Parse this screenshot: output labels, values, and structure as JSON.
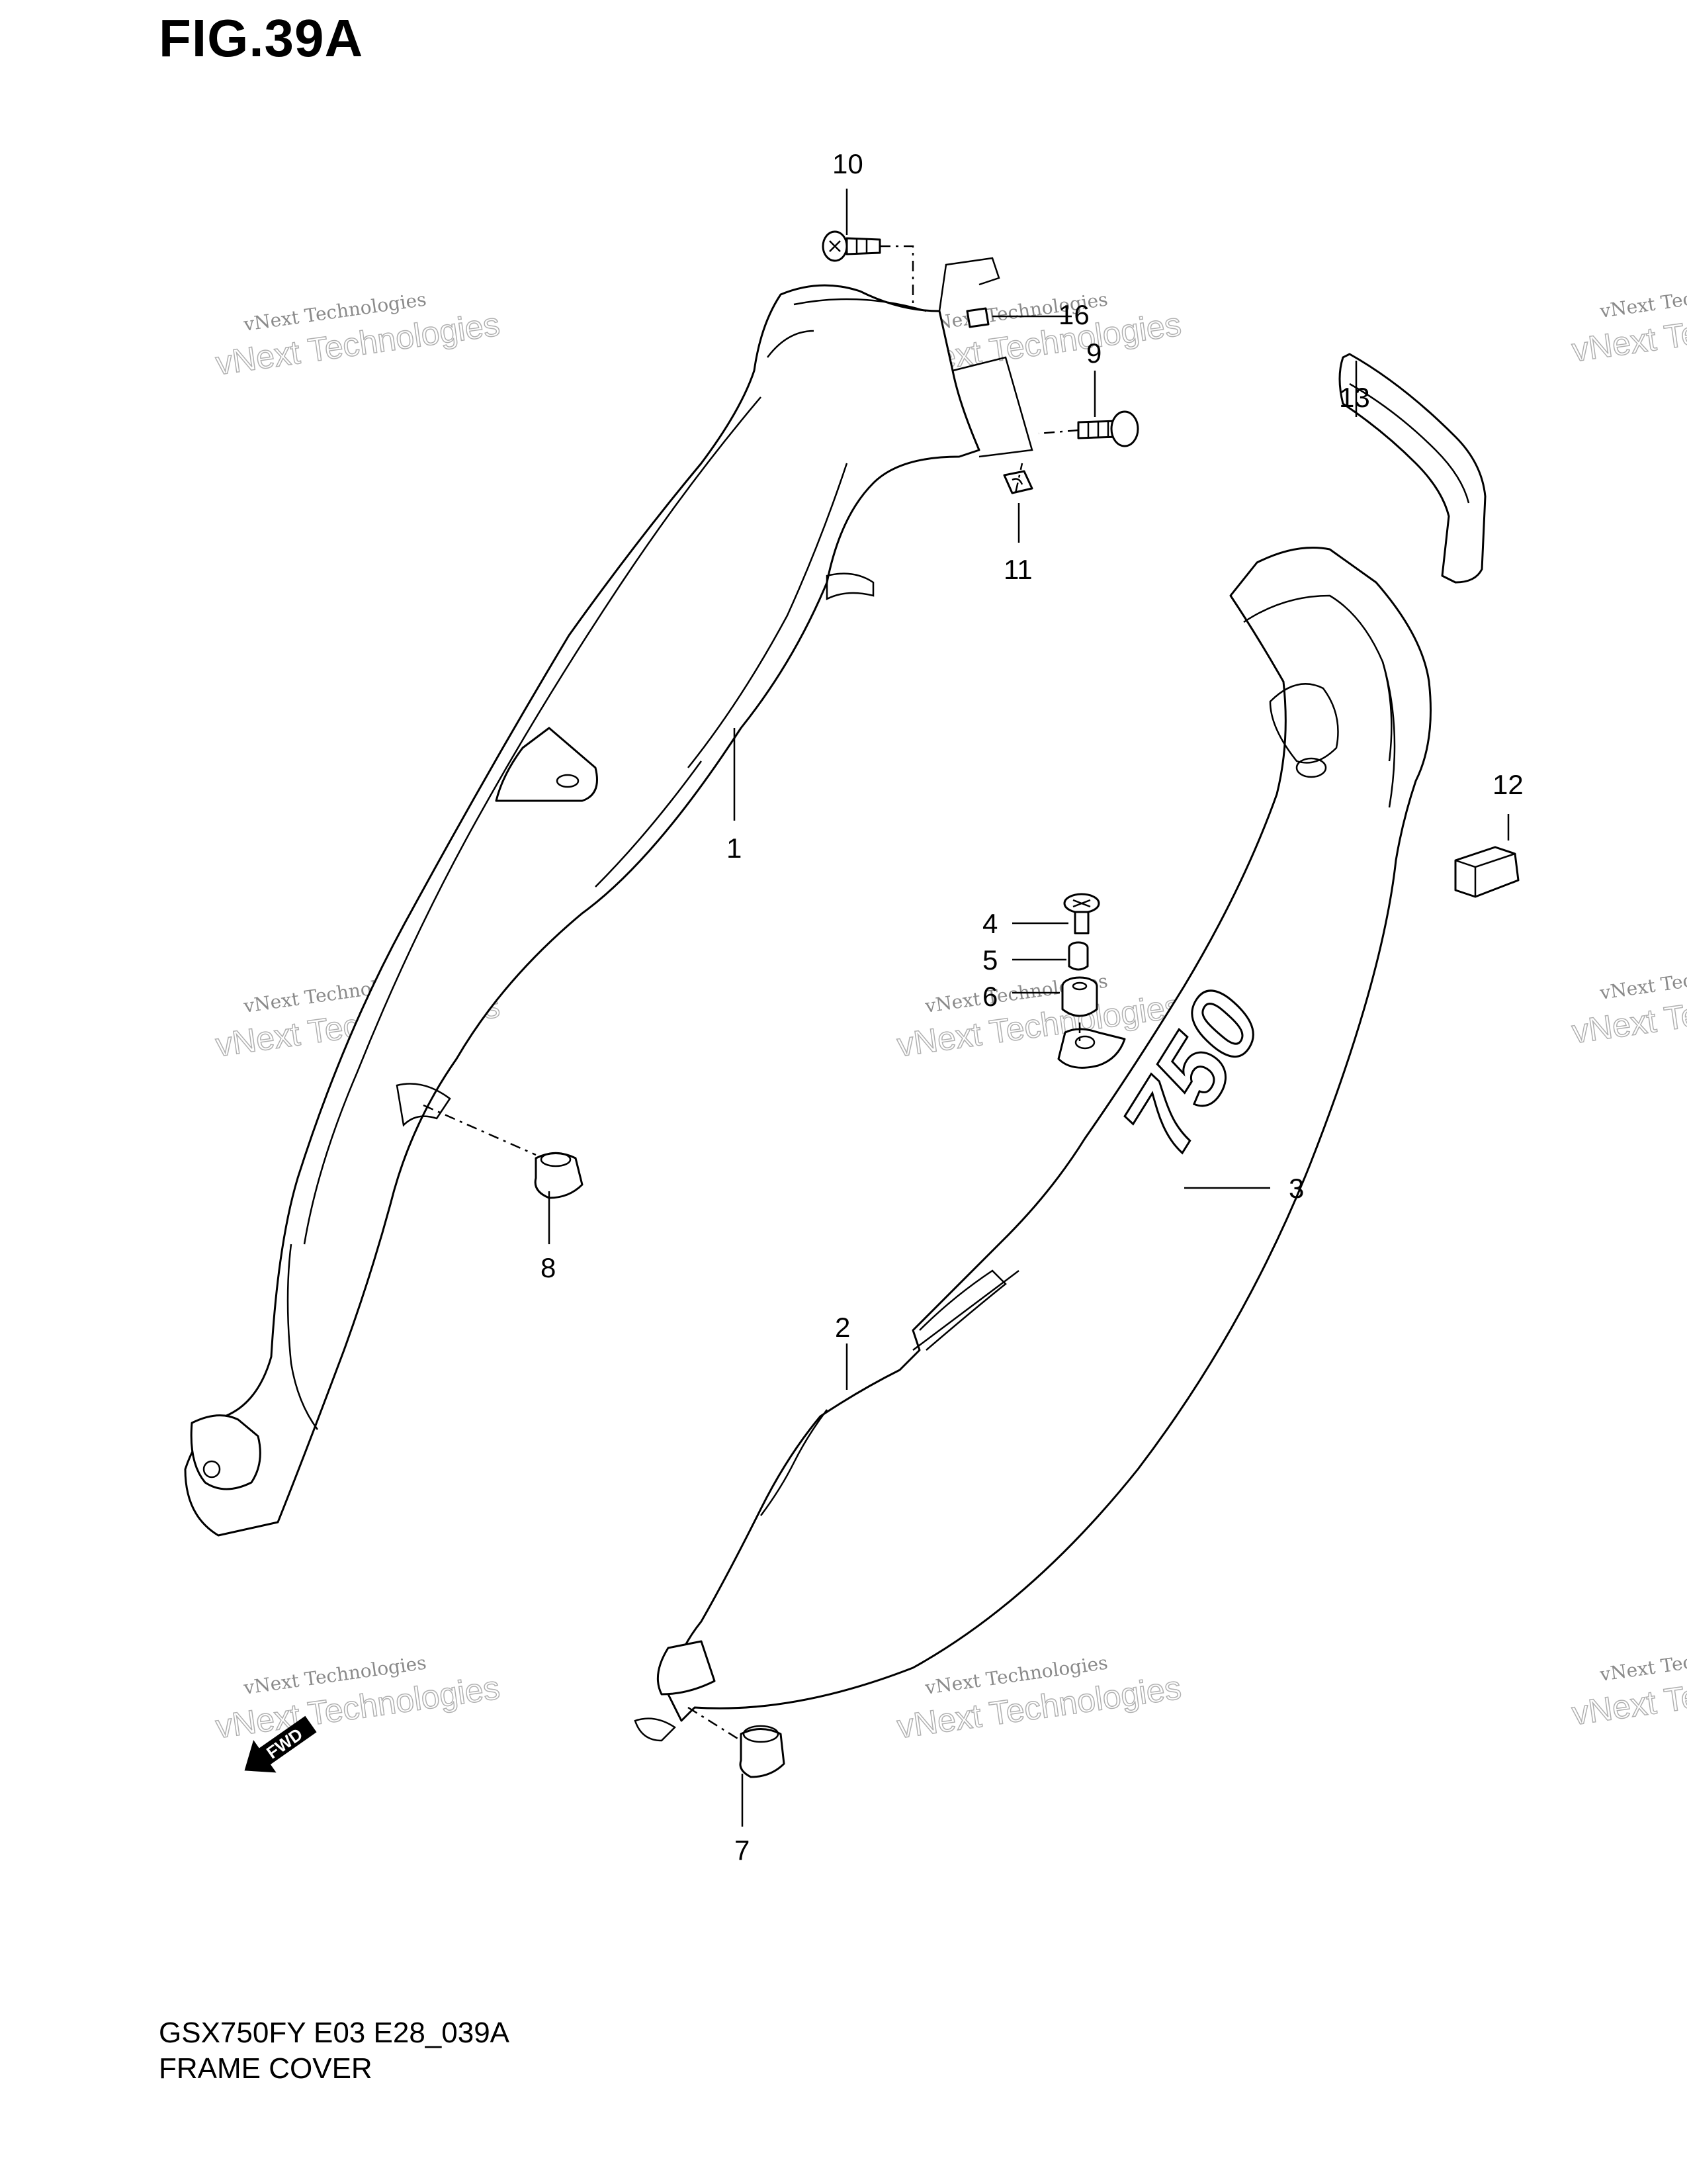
{
  "figure": {
    "title": "FIG.39A"
  },
  "callouts": [
    {
      "id": "callout-1",
      "label": "1"
    },
    {
      "id": "callout-2",
      "label": "2"
    },
    {
      "id": "callout-3",
      "label": "3"
    },
    {
      "id": "callout-4",
      "label": "4"
    },
    {
      "id": "callout-5",
      "label": "5"
    },
    {
      "id": "callout-6",
      "label": "6"
    },
    {
      "id": "callout-7",
      "label": "7"
    },
    {
      "id": "callout-8",
      "label": "8"
    },
    {
      "id": "callout-9",
      "label": "9"
    },
    {
      "id": "callout-10",
      "label": "10"
    },
    {
      "id": "callout-11",
      "label": "11"
    },
    {
      "id": "callout-12",
      "label": "12"
    },
    {
      "id": "callout-13",
      "label": "13"
    },
    {
      "id": "callout-16",
      "label": "16"
    }
  ],
  "watermark": {
    "line1": "vNext Technologies",
    "line2": "vNext Technologies"
  },
  "fwd_label": "FWD",
  "emblem_text": "750",
  "footer": {
    "model_code": "GSX750FY E03 E28_039A",
    "section_name": "FRAME COVER"
  }
}
